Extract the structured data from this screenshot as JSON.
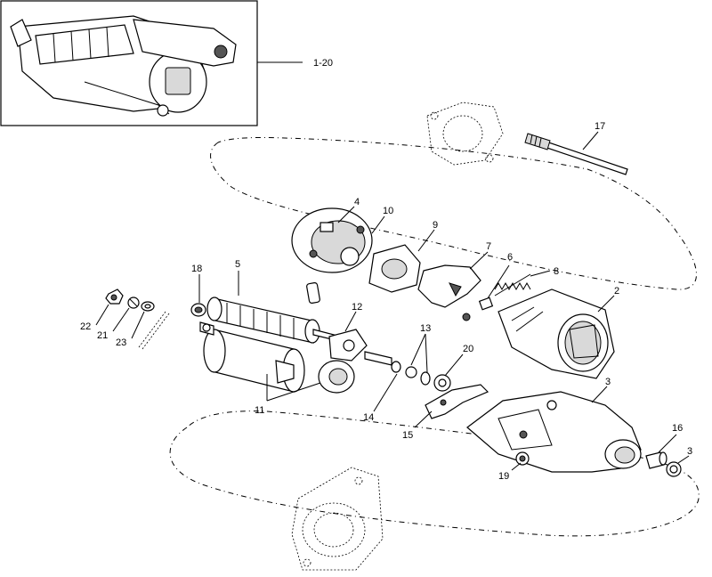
{
  "labels": {
    "inset": "1-20",
    "p2": "2",
    "p3a": "3",
    "p3b": "3",
    "p4": "4",
    "p5": "5",
    "p6": "6",
    "p7": "7",
    "p8": "8",
    "p9": "9",
    "p10": "10",
    "p11": "11",
    "p12": "12",
    "p13": "13",
    "p14": "14",
    "p15": "15",
    "p16": "16",
    "p17": "17",
    "p18": "18",
    "p19": "19",
    "p20": "20",
    "p21": "21",
    "p22": "22",
    "p23": "23"
  }
}
